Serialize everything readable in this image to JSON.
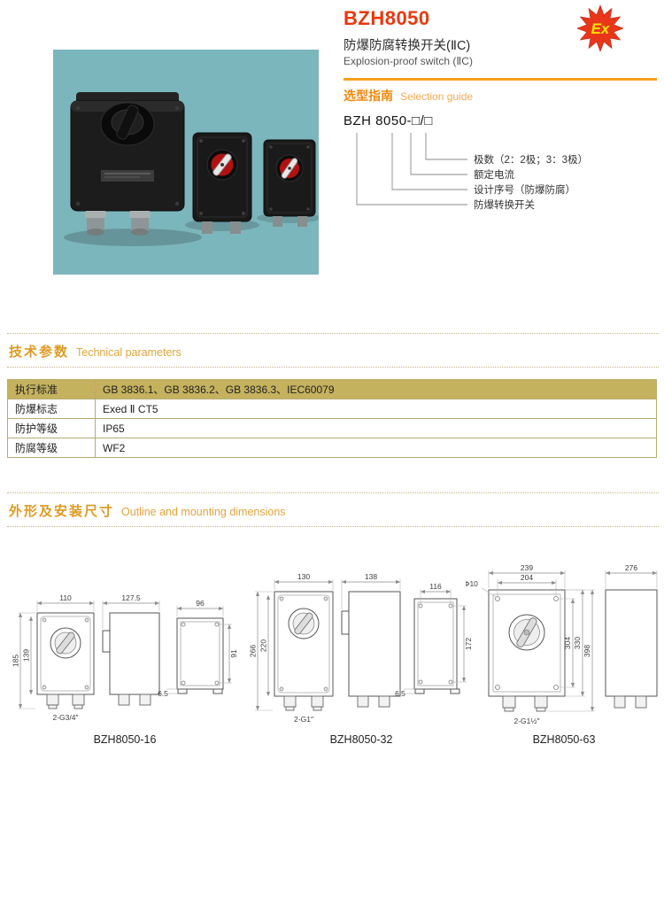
{
  "header": {
    "model": "BZH8050",
    "title_cn": "防爆防腐转换开关(ⅡC)",
    "title_en": "Explosion-proof switch (ⅡC)",
    "ex_label": "Ex",
    "accent_color": "#e8380d",
    "orange_color": "#f5a01e",
    "photo_bg": "#7cb6bd"
  },
  "selection_guide": {
    "heading_cn": "选型指南",
    "heading_en": "Selection guide",
    "model_code": "BZH 8050-□/□",
    "labels": [
      "极数（2：2极；3：3极）",
      "额定电流",
      "设计序号（防爆防腐）",
      "防爆转换开关"
    ]
  },
  "technical_parameters": {
    "heading_cn": "技术参数",
    "heading_en": "Technical parameters",
    "accent_row_color": "#c5b25f",
    "rows": [
      {
        "label": "执行标准",
        "value": "GB 3836.1、GB 3836.2、GB 3836.3、IEC60079"
      },
      {
        "label": "防爆标志",
        "value": "Exed Ⅱ CT5"
      },
      {
        "label": "防护等级",
        "value": "IP65"
      },
      {
        "label": "防腐等级",
        "value": "WF2"
      }
    ]
  },
  "dimensions": {
    "heading_cn": "外形及安装尺寸",
    "heading_en": "Outline and mounting dimensions",
    "models": [
      {
        "caption": "BZH8050-16",
        "front_width": "110",
        "depth": "127.5",
        "back_width": "96",
        "total_height": "185",
        "body_height": "139",
        "back_height": "91",
        "foot": "6.5",
        "thread": "2-G3/4″"
      },
      {
        "caption": "BZH8050-32",
        "front_width": "130",
        "depth": "138",
        "back_width": "116",
        "total_height": "266",
        "body_height": "220",
        "back_height": "172",
        "foot": "6.5",
        "thread": "2-G1″"
      },
      {
        "caption": "BZH8050-63",
        "outer_width": "239",
        "inner_width": "204",
        "holes": "4-Φ10",
        "depth": "276",
        "hole_height": "304",
        "body_height": "330",
        "total_height": "398",
        "thread": "2-G1½″"
      }
    ]
  }
}
